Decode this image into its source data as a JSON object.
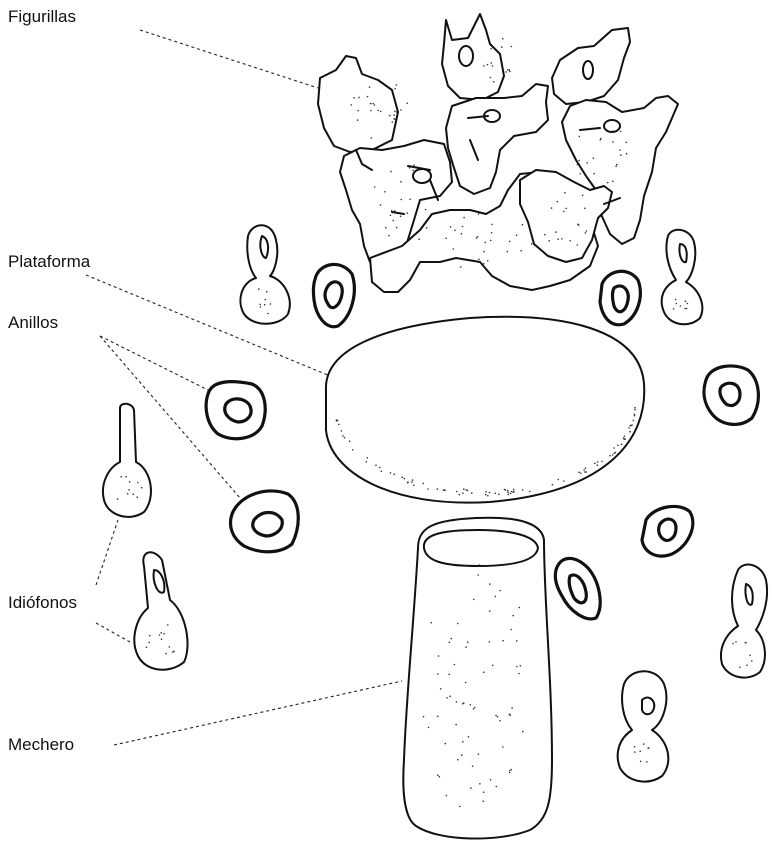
{
  "labels": {
    "figurillas": "Figurillas",
    "plataforma": "Plataforma",
    "anillos": "Anillos",
    "idiofonos": "Idiófonos",
    "mechero": "Mechero"
  }
}
